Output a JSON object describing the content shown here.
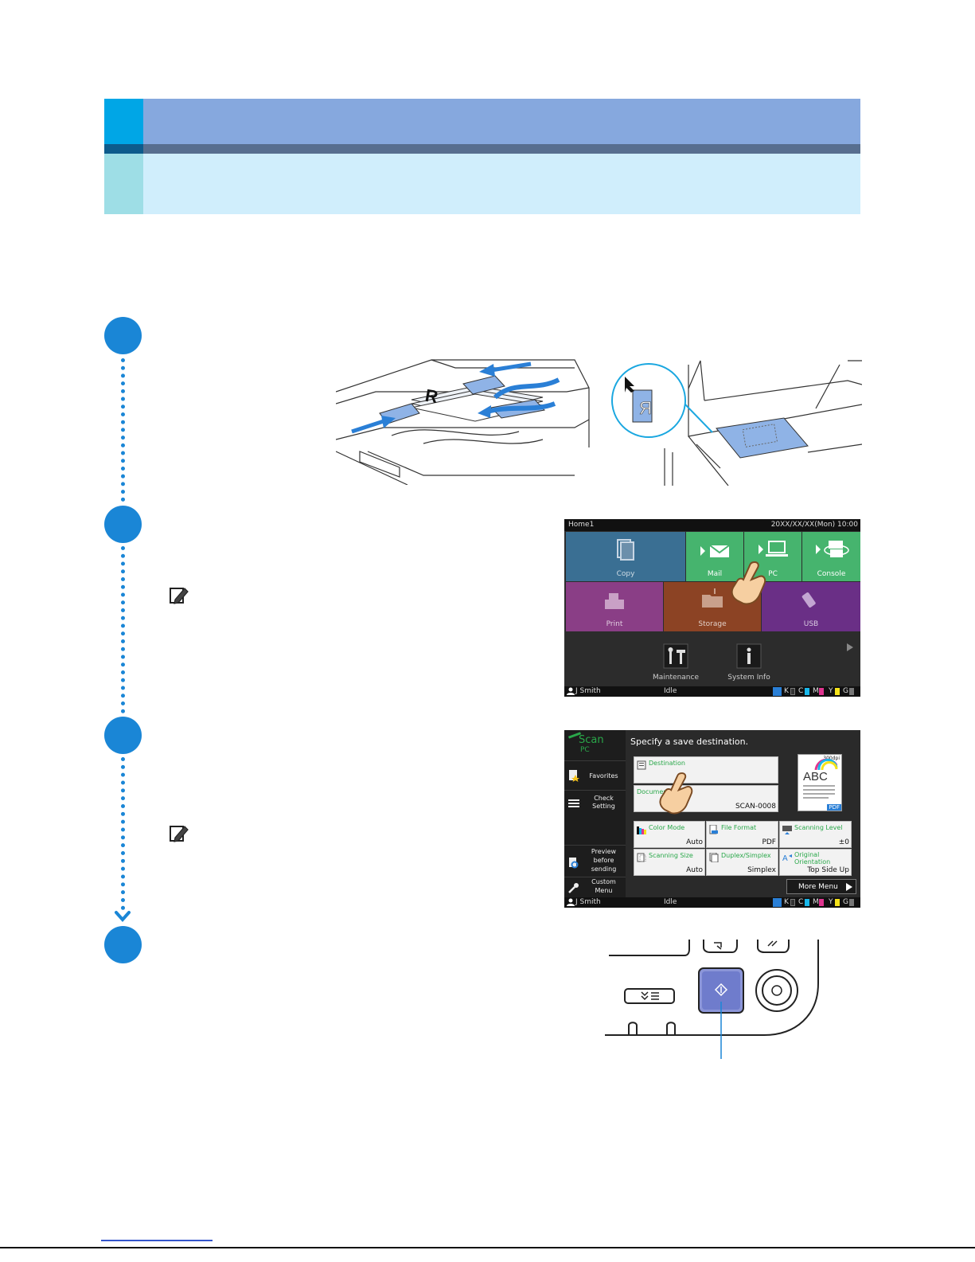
{
  "home_panel": {
    "screen_name": "Home1",
    "datetime": "20XX/XX/XX(Mon) 10:00",
    "tiles": {
      "copy": "Copy",
      "mail": "Mail",
      "pc": "PC",
      "console": "Console",
      "print": "Print",
      "storage": "Storage",
      "usb": "USB",
      "maintenance": "Maintenance",
      "system_info": "System Info"
    },
    "status": {
      "user": "J Smith",
      "state": "Idle",
      "ink_k": "K",
      "ink_c": "C",
      "ink_m": "M",
      "ink_y": "Y",
      "ink_g": "G"
    },
    "colors": {
      "copy": "#3a6f93",
      "scan": "#46b46e",
      "print": "#8a3e86",
      "storage": "#8c4324",
      "usb": "#6a2f86"
    }
  },
  "scan_panel": {
    "mode": "Scan",
    "submode": "PC",
    "instruction": "Specify a save destination.",
    "side_menu": {
      "favorites": "Favorites",
      "check_setting_1": "Check",
      "check_setting_2": "Setting",
      "preview_1": "Preview",
      "preview_2": "before",
      "preview_3": "sending",
      "custom_1": "Custom",
      "custom_2": "Menu"
    },
    "destination_label": "Destination",
    "document_name_label": "Document Name",
    "document_name_value": "SCAN-0008",
    "preview_size": "300dpi",
    "preview_text": "ABC",
    "preview_format": "PDF",
    "settings": [
      {
        "label": "Color Mode",
        "value": "Auto"
      },
      {
        "label": "File Format",
        "value": "PDF"
      },
      {
        "label": "Scanning Level",
        "value": "±0"
      },
      {
        "label": "Scanning Size",
        "value": "Auto"
      },
      {
        "label": "Duplex/Simplex",
        "value": "Simplex"
      },
      {
        "label": "Original Orientation",
        "value": "Top Side Up"
      }
    ],
    "more_menu": "More Menu",
    "status": {
      "user": "J Smith",
      "state": "Idle",
      "ink_k": "K",
      "ink_c": "C",
      "ink_m": "M",
      "ink_y": "Y",
      "ink_g": "G"
    }
  },
  "colors": {
    "accent": "#1a86d6",
    "header_blue": "#86a8de",
    "header_cyan": "#00a6e6",
    "header_light": "#d0eefc"
  }
}
